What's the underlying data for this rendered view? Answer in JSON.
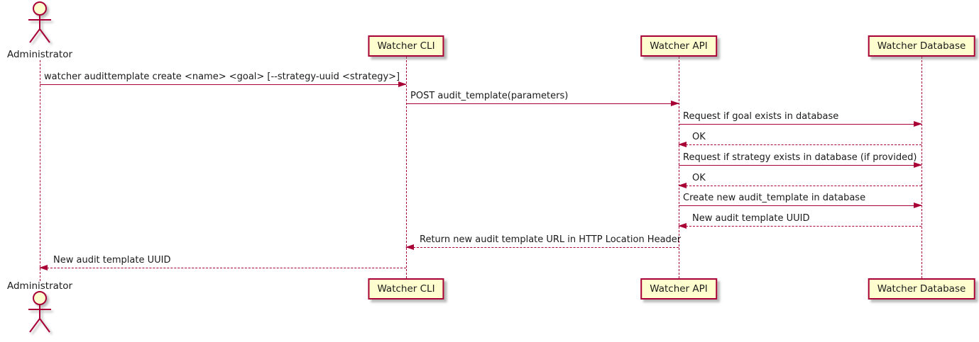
{
  "participants": [
    {
      "name": "Administrator",
      "type": "actor"
    },
    {
      "name": "Watcher CLI",
      "type": "participant"
    },
    {
      "name": "Watcher API",
      "type": "participant"
    },
    {
      "name": "Watcher Database",
      "type": "participant"
    }
  ],
  "messages": [
    {
      "from": "Administrator",
      "to": "Watcher CLI",
      "label": "watcher audittemplate create <name> <goal> [--strategy-uuid <strategy>]",
      "line": "solid",
      "direction": "right"
    },
    {
      "from": "Watcher CLI",
      "to": "Watcher API",
      "label": "POST audit_template(parameters)",
      "line": "solid",
      "direction": "right"
    },
    {
      "from": "Watcher API",
      "to": "Watcher Database",
      "label": "Request if goal exists in database",
      "line": "solid",
      "direction": "right"
    },
    {
      "from": "Watcher Database",
      "to": "Watcher API",
      "label": "OK",
      "line": "dashed",
      "direction": "left"
    },
    {
      "from": "Watcher API",
      "to": "Watcher Database",
      "label": "Request if strategy exists in database (if provided)",
      "line": "solid",
      "direction": "right"
    },
    {
      "from": "Watcher Database",
      "to": "Watcher API",
      "label": "OK",
      "line": "dashed",
      "direction": "left"
    },
    {
      "from": "Watcher API",
      "to": "Watcher Database",
      "label": "Create new audit_template in database",
      "line": "solid",
      "direction": "right"
    },
    {
      "from": "Watcher Database",
      "to": "Watcher API",
      "label": "New audit template UUID",
      "line": "dashed",
      "direction": "left"
    },
    {
      "from": "Watcher API",
      "to": "Watcher CLI",
      "label": "Return new audit template URL in HTTP Location Header",
      "line": "dashed",
      "direction": "left"
    },
    {
      "from": "Watcher CLI",
      "to": "Administrator",
      "label": "New audit template UUID",
      "line": "dashed",
      "direction": "left"
    }
  ],
  "colors": {
    "participant_fill": "#FEFECE",
    "line": "#A80036",
    "text": "#1a1a1a",
    "background": "#FFFFFF"
  }
}
